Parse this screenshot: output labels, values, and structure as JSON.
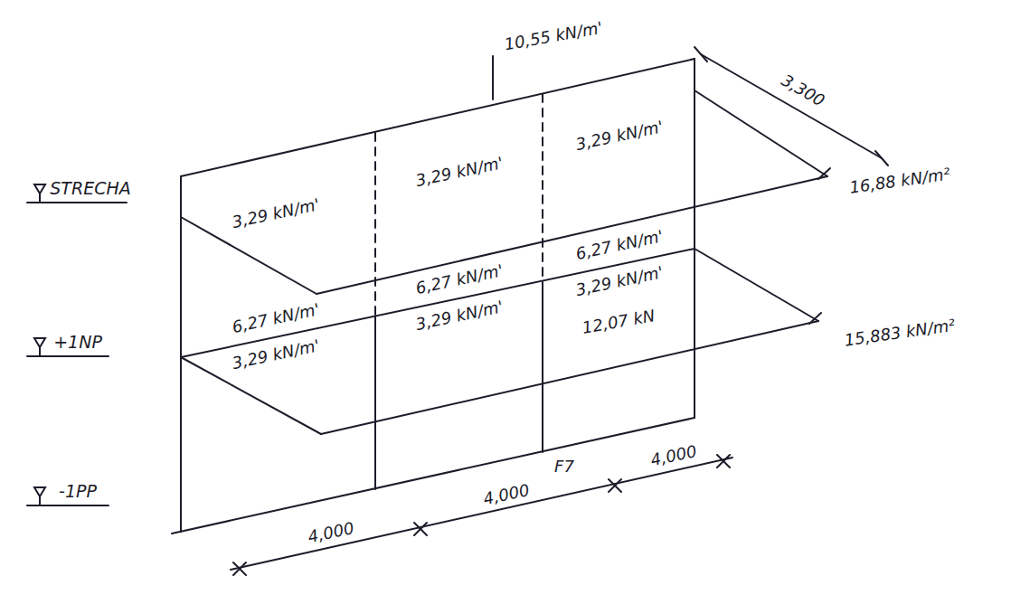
{
  "diagram": {
    "labels": [
      "10,55 kN/m'",
      "3,300",
      "STRECHA",
      "3,29 kN/m'",
      "3,29 kN/m'",
      "3,29 kN/m'",
      "16,88 kN/m²",
      "6,27 kN/m'",
      "6,27 kN/m'",
      "6,27 kN/m'",
      "3,29 kN/m'",
      "3,29 kN/m'",
      "3,29 kN/m'",
      "12,07 kN",
      "+1NP",
      "15,883 kN/m²",
      "F7",
      "-1PP",
      "4,000",
      "4,000",
      "4,000"
    ]
  }
}
